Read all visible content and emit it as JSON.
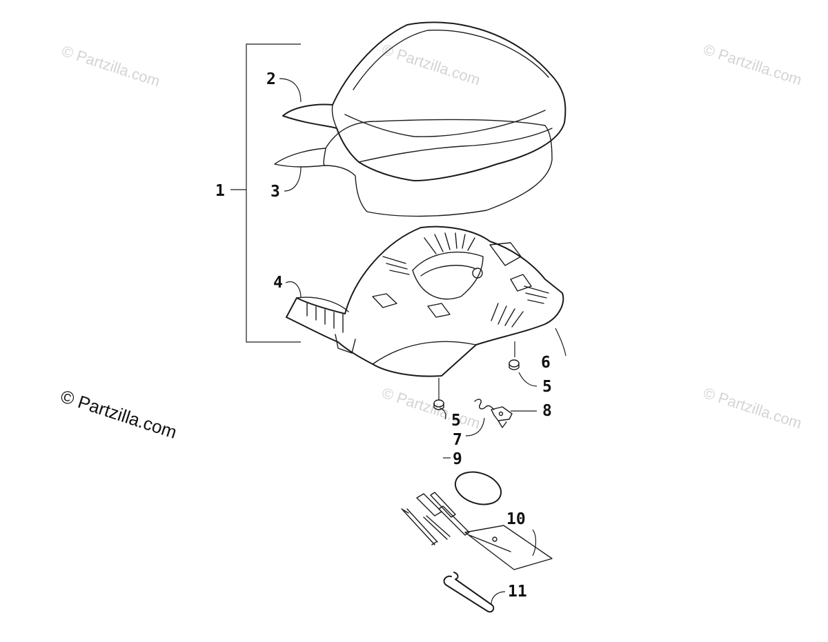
{
  "watermarks": {
    "top_left": "© Partzilla.com",
    "top_center": "© Partzilla.com",
    "top_right": "© Partzilla.com",
    "mid_left": "© Partzilla.com",
    "mid_center": "© Partzilla.com",
    "mid_right": "© Partzilla.com"
  },
  "callouts": {
    "c1": "1",
    "c2": "2",
    "c3": "3",
    "c4": "4",
    "c5a": "5",
    "c5b": "5",
    "c6": "6",
    "c7": "7",
    "c8": "8",
    "c9": "9",
    "c10": "10",
    "c11": "11"
  },
  "colors": {
    "ink": "#1a1a1a",
    "watermark_light": "#d4d4d4",
    "foam_fill": "#efefef"
  }
}
